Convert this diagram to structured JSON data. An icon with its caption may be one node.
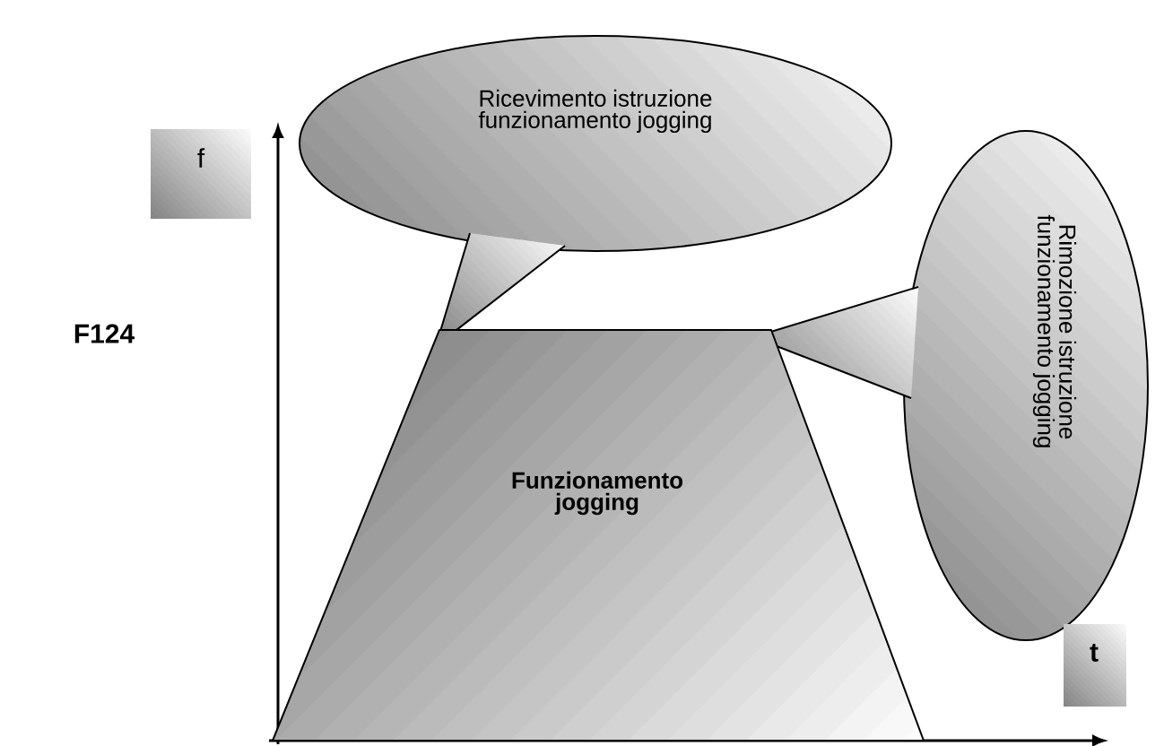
{
  "diagram": {
    "nodes": [
      {
        "text": [
          "Ricevimento istruzione funzionamento jogging"
        ]
      },
      {
        "text": [
          "Rimozione istruzione funzionamento jogging"
        ]
      },
      {
        "text": [
          "Funzionamento jogging"
        ]
      }
    ],
    "labels": [
      "f",
      "F124",
      "t"
    ]
  }
}
